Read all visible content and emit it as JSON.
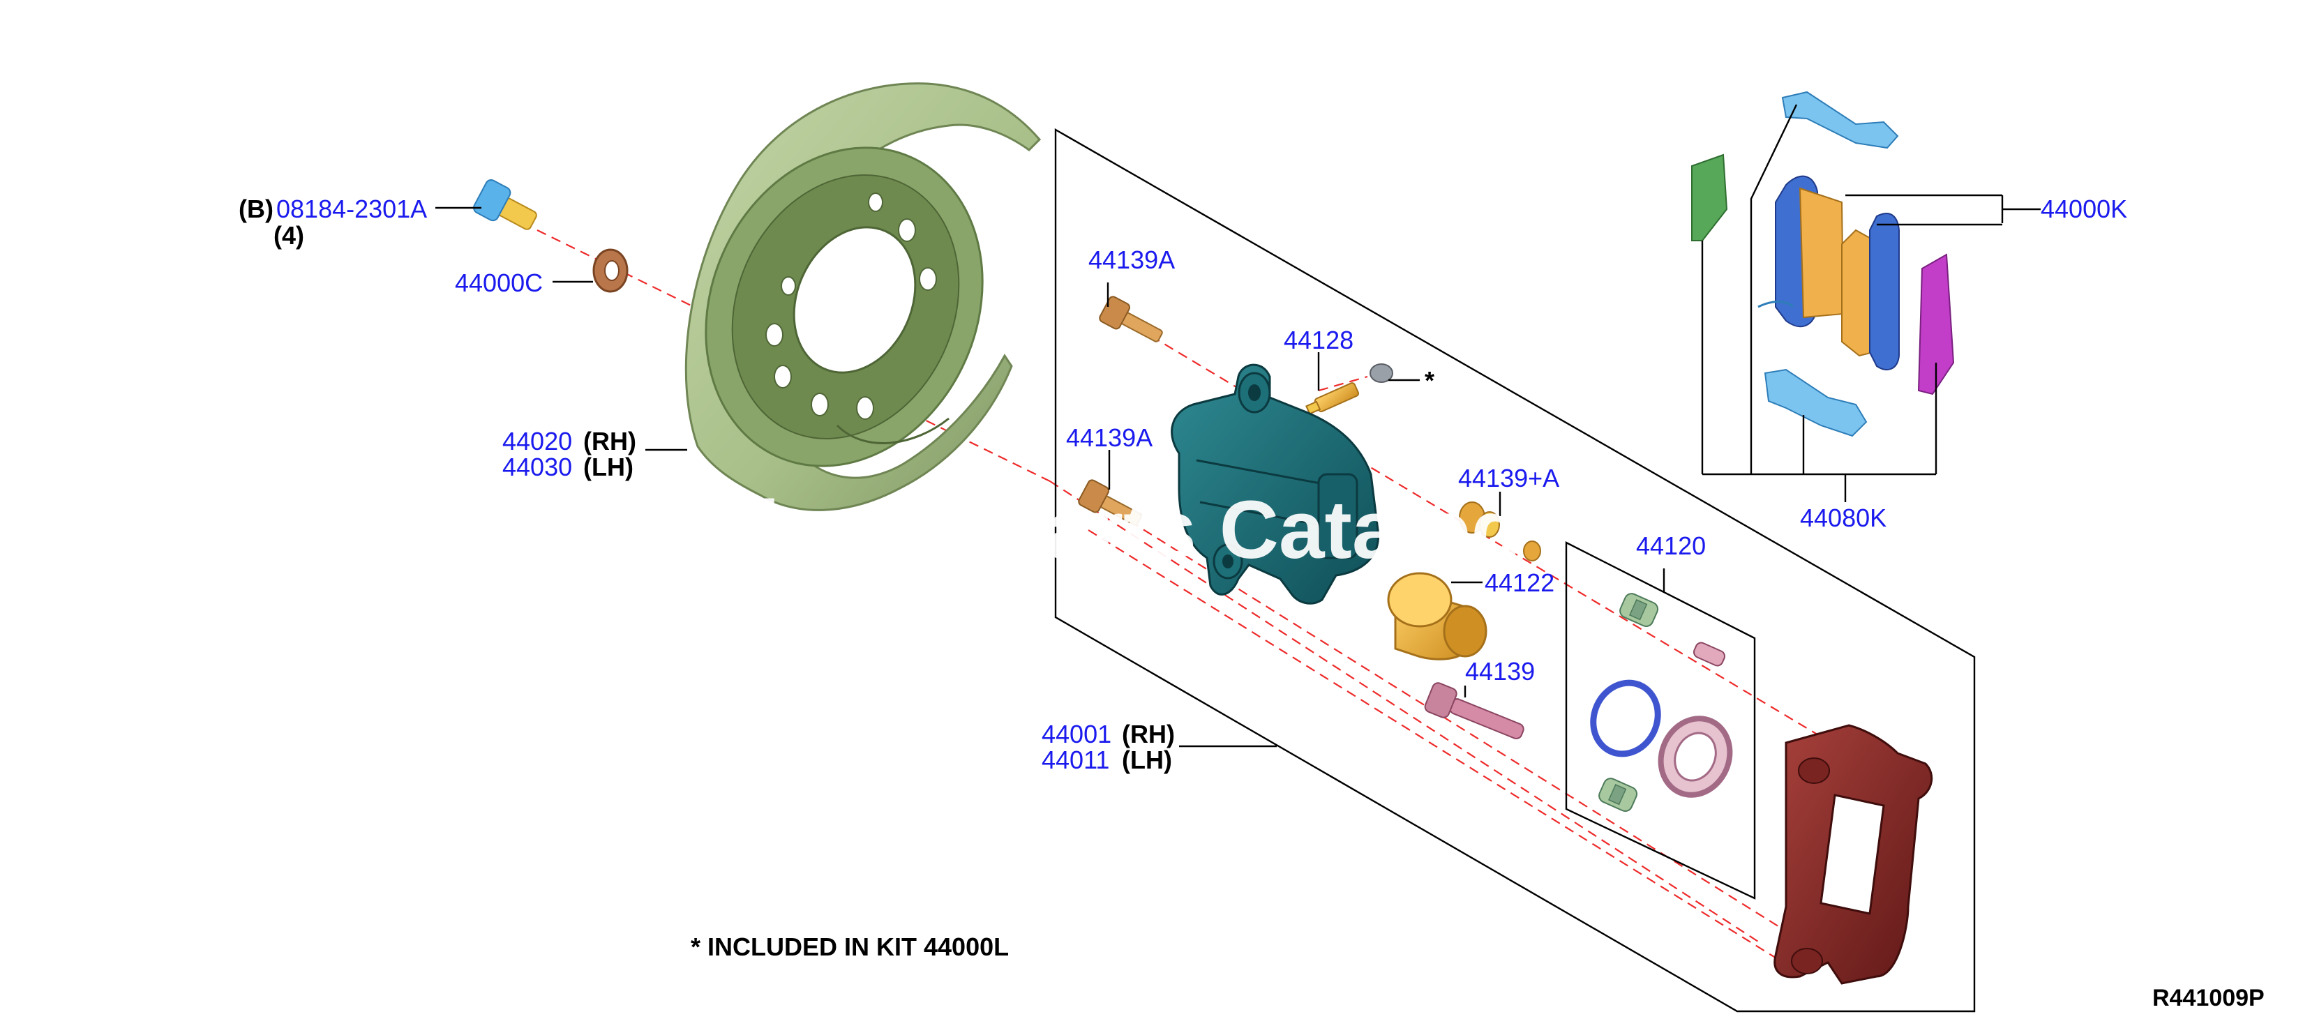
{
  "callouts": {
    "bolt_prefix": "(B)",
    "bolt": "08184-2301A",
    "bolt_qty": "(4)",
    "washer": "44000C",
    "plate_rh": "44020",
    "plate_lh": "44030",
    "pin_bolt_upper": "44139A",
    "bleeder": "44128",
    "pin_bolt_lower": "44139A",
    "pin_boot": "44139+A",
    "piston": "44122",
    "pin": "44139",
    "seal_kit": "44120",
    "caliper_rh": "44001",
    "caliper_lh": "44011",
    "pad_kit": "44000K",
    "hardware_kit": "44080K"
  },
  "side_labels": {
    "rh": "(RH)",
    "lh": "(LH)"
  },
  "asterisk": "*",
  "note": "* INCLUDED IN KIT 44000L",
  "diagram_ref": "R441009P",
  "watermark": "Nissan Parts Catalog",
  "colors": {
    "callout_text": "#1a1aee",
    "backing_plate": "#a9c08a",
    "caliper_body": "#1d6f78",
    "bracket": "#8a2a28",
    "piston": "#f2b640",
    "pad_backing": "#3f6fd0",
    "pad_friction": "#f0b04c",
    "shim_clip": "#5ab2ea",
    "outer_shim": "#c23ec8",
    "inner_shim": "#58a85a",
    "seal_ring": "#3f55d0",
    "boot": "#c7849c",
    "dashed_axis": "#ee2a2a"
  }
}
